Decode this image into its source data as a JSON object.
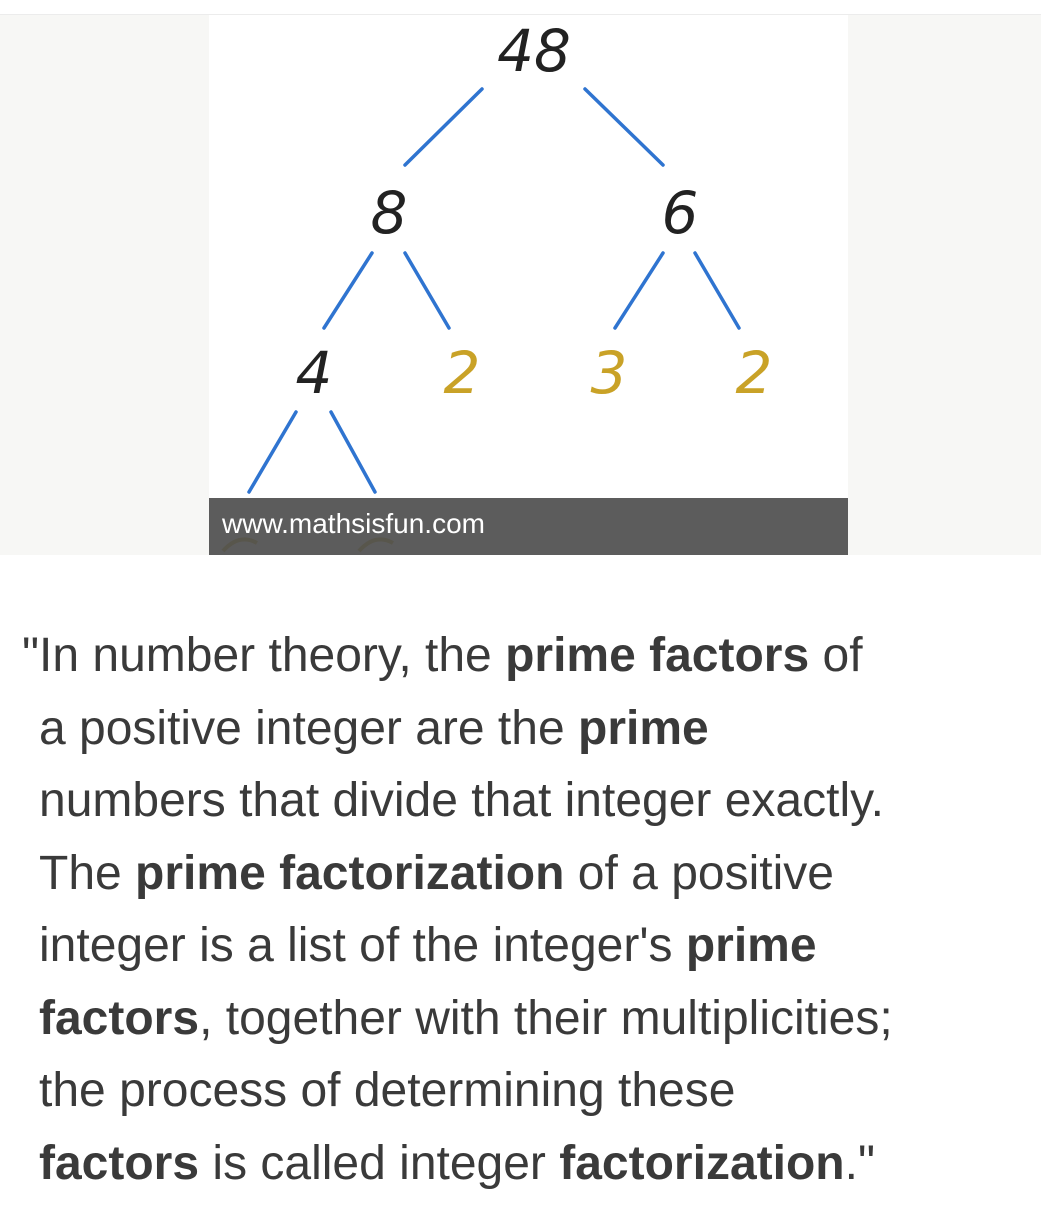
{
  "image": {
    "caption": "www.mathsisfun.com",
    "tree": {
      "root": "48",
      "level1": [
        "8",
        "6"
      ],
      "level2": [
        "4",
        "2",
        "3",
        "2"
      ],
      "colors": {
        "branch": "#2f74d0",
        "composite": "#222222",
        "prime": "#c9a227"
      }
    }
  },
  "quote": {
    "lines": [
      [
        {
          "t": "\"In number theory, the "
        },
        {
          "t": "prime factors",
          "b": true
        },
        {
          "t": " of"
        }
      ],
      [
        {
          "t": "a positive integer are the "
        },
        {
          "t": "prime",
          "b": true
        }
      ],
      [
        {
          "t": "numbers that divide that integer exactly."
        }
      ],
      [
        {
          "t": "The "
        },
        {
          "t": "prime factorization",
          "b": true
        },
        {
          "t": " of a positive"
        }
      ],
      [
        {
          "t": "integer is a list of the integer's "
        },
        {
          "t": "prime",
          "b": true
        }
      ],
      [
        {
          "t": "factors",
          "b": true
        },
        {
          "t": ", together with their multiplicities;"
        }
      ],
      [
        {
          "t": "the process of determining these"
        }
      ],
      [
        {
          "t": "factors",
          "b": true
        },
        {
          "t": " is called integer "
        },
        {
          "t": "factorization",
          "b": true
        },
        {
          "t": ".\""
        }
      ]
    ]
  }
}
